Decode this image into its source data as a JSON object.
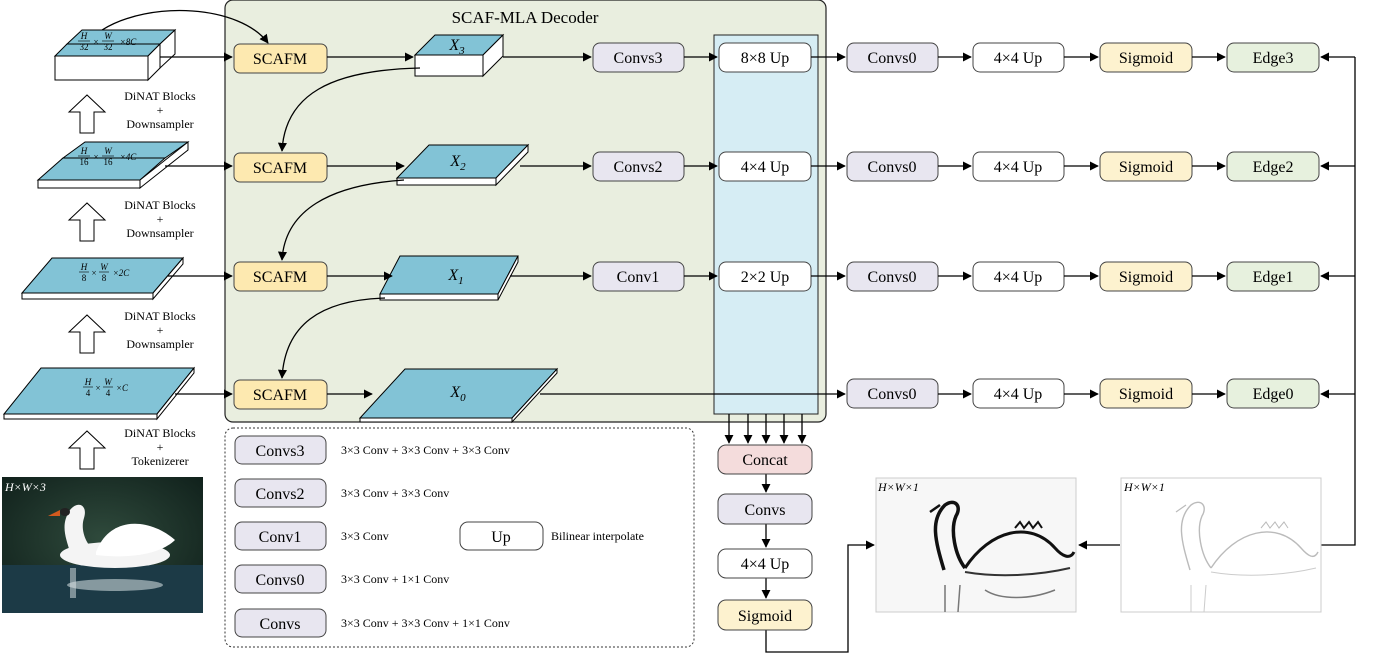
{
  "decoder": {
    "title": "SCAF-MLA Decoder"
  },
  "encoder": {
    "features": [
      {
        "id": "f3",
        "h": "H",
        "hden": "32",
        "w": "W",
        "wden": "32",
        "c": "×8C"
      },
      {
        "id": "f2",
        "h": "H",
        "hden": "16",
        "w": "W",
        "wden": "16",
        "c": "×4C"
      },
      {
        "id": "f1",
        "h": "H",
        "hden": "8",
        "w": "W",
        "wden": "8",
        "c": "×2C"
      },
      {
        "id": "f0",
        "h": "H",
        "hden": "4",
        "w": "W",
        "wden": "4",
        "c": "×C"
      }
    ],
    "stages": [
      {
        "line1": "DiNAT Blocks",
        "line2": "+",
        "line3": "Downsampler"
      },
      {
        "line1": "DiNAT Blocks",
        "line2": "+",
        "line3": "Downsampler"
      },
      {
        "line1": "DiNAT Blocks",
        "line2": "+",
        "line3": "Downsampler"
      },
      {
        "line1": "DiNAT Blocks",
        "line2": "+",
        "line3": "Tokenizerer"
      }
    ],
    "input_label": "H×W×3"
  },
  "rows": [
    {
      "scafm": "SCAFM",
      "x_main": "X",
      "x_sub": "3",
      "convs": "Convs3",
      "up": "8×8 Up",
      "convs0": "Convs0",
      "up2": "4×4 Up",
      "sig": "Sigmoid",
      "edge": "Edge3"
    },
    {
      "scafm": "SCAFM",
      "x_main": "X",
      "x_sub": "2",
      "convs": "Convs2",
      "up": "4×4 Up",
      "convs0": "Convs0",
      "up2": "4×4 Up",
      "sig": "Sigmoid",
      "edge": "Edge2"
    },
    {
      "scafm": "SCAFM",
      "x_main": "X",
      "x_sub": "1",
      "convs": "Conv1",
      "up": "2×2 Up",
      "convs0": "Convs0",
      "up2": "4×4 Up",
      "sig": "Sigmoid",
      "edge": "Edge1"
    },
    {
      "scafm": "SCAFM",
      "x_main": "X",
      "x_sub": "0",
      "convs0": "Convs0",
      "up2": "4×4 Up",
      "sig": "Sigmoid",
      "edge": "Edge0"
    }
  ],
  "fusion": {
    "concat": "Concat",
    "convs": "Convs",
    "up": "4×4 Up",
    "sig": "Sigmoid"
  },
  "outputs": {
    "fused_label": "H×W×1",
    "gt_label": "H×W×1"
  },
  "legend": [
    {
      "term": "Convs3",
      "desc": "3×3 Conv + 3×3 Conv + 3×3 Conv"
    },
    {
      "term": "Convs2",
      "desc": "3×3 Conv + 3×3 Conv"
    },
    {
      "term": "Conv1",
      "desc": "3×3 Conv"
    },
    {
      "term": "Convs0",
      "desc": "3×3 Conv + 1×1 Conv"
    },
    {
      "term": "Convs",
      "desc": "3×3 Conv + 3×3 Conv + 1×1 Conv"
    }
  ],
  "legend_up": {
    "term": "Up",
    "desc": "Bilinear interpolate"
  },
  "colors": {
    "decoder_bg": "#e9eedf",
    "scafm": "#fde9b0",
    "conv": "#e8e6f0",
    "sigmoid": "#fdf2cf",
    "edge": "#e7f1de",
    "concat": "#f4dcdc",
    "tensor": "#82c3d6",
    "upband": "#d6edf4"
  }
}
